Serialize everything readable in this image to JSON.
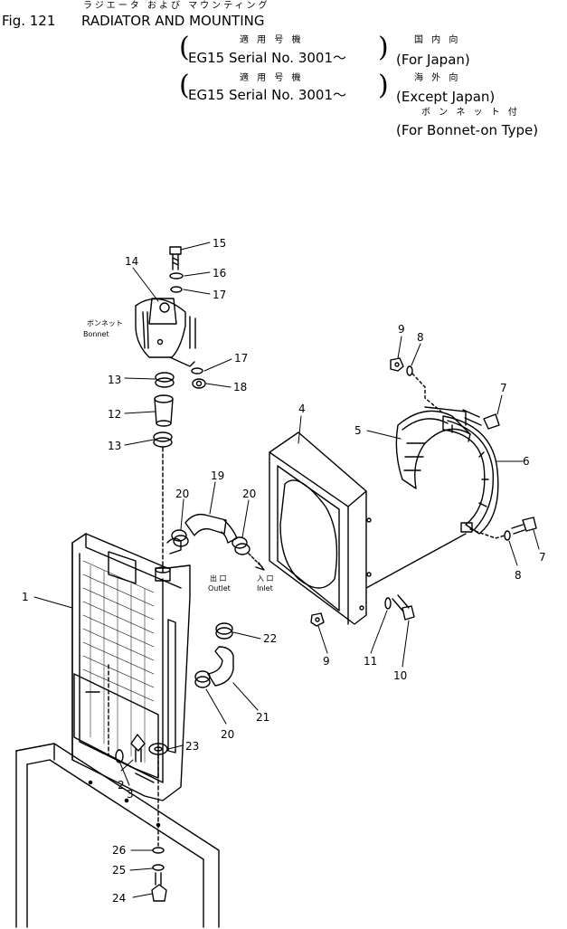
{
  "header": {
    "title_jp": "ラジエータ および マウンティング",
    "fig_label": "Fig. 121",
    "title_en": "RADIATOR AND MOUNTING",
    "applicable_jp_1": "適 用 号 機",
    "serial_1": "EG15 Serial No. 3001～",
    "market_jp_1": "国 内 向",
    "market_en_1": "(For Japan)",
    "applicable_jp_2": "適 用 号 機",
    "serial_2": "EG15 Serial No. 3001～",
    "market_jp_2": "海 外 向",
    "market_en_2": "(Except Japan)",
    "type_jp": "ボ ン ネ ッ ト 付",
    "type_en": "(For Bonnet-on Type)"
  },
  "annotations": {
    "bonnet_jp": "ボンネット",
    "bonnet_en": "Bonnet",
    "outlet_jp": "出 口",
    "outlet_en": "Outlet",
    "inlet_jp": "入 口",
    "inlet_en": "Inlet"
  },
  "callouts": [
    "1",
    "2",
    "3",
    "4",
    "5",
    "6",
    "7",
    "7",
    "8",
    "8",
    "9",
    "9",
    "10",
    "11",
    "12",
    "13",
    "13",
    "14",
    "15",
    "16",
    "17",
    "17",
    "18",
    "19",
    "20",
    "20",
    "20",
    "21",
    "22",
    "23",
    "24",
    "25",
    "26"
  ]
}
